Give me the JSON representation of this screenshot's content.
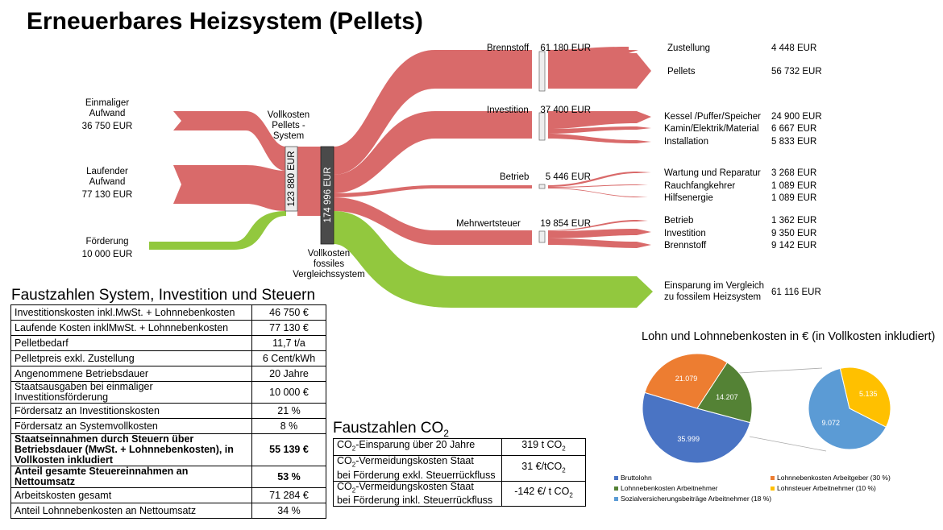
{
  "title": "Erneuerbares Heizsystem (Pellets)",
  "sankey": {
    "inputs": [
      {
        "label": "Einmaliger\nAufwand",
        "value": "36 750 EUR"
      },
      {
        "label": "Laufender\nAufwand",
        "value": "77 130 EUR"
      },
      {
        "label": "Förderung",
        "value": "10 000 EUR"
      }
    ],
    "node_pellets_label": "Vollkosten\nPellets -\nSystem",
    "node_pellets_value": "123 880 EUR",
    "node_fossil_label": "Vollkosten\nfossiles\nVergleichssystem",
    "node_fossil_value": "174 996 EUR",
    "branches": [
      {
        "name": "Brennstoff",
        "value": "61 180 EUR",
        "items": [
          {
            "label": "Zustellung",
            "value": "4 448 EUR"
          },
          {
            "label": "Pellets",
            "value": "56 732 EUR"
          }
        ]
      },
      {
        "name": "Investition",
        "value": "37 400 EUR",
        "items": [
          {
            "label": "Kessel /Puffer/Speicher",
            "value": "24 900 EUR"
          },
          {
            "label": "Kamin/Elektrik/Material",
            "value": "6 667 EUR"
          },
          {
            "label": "Installation",
            "value": "5 833 EUR"
          }
        ]
      },
      {
        "name": "Betrieb",
        "value": "5 446 EUR",
        "items": [
          {
            "label": "Wartung und Reparatur",
            "value": "3 268 EUR"
          },
          {
            "label": "Rauchfangkehrer",
            "value": "1 089 EUR"
          },
          {
            "label": "Hilfsenergie",
            "value": "1 089 EUR"
          }
        ]
      },
      {
        "name": "Mehrwertsteuer",
        "value": "19 854 EUR",
        "items": [
          {
            "label": "Betrieb",
            "value": "1 362 EUR"
          },
          {
            "label": "Investition",
            "value": "9 350 EUR"
          },
          {
            "label": "Brennstoff",
            "value": "9 142 EUR"
          }
        ]
      }
    ],
    "savings": {
      "label": "Einsparung im Vergleich\nzu fossilem Heizsystem",
      "value": "61 116 EUR"
    },
    "colors": {
      "cost_flow": "#d96a6a",
      "savings_flow": "#92c83e",
      "fossil_node": "#4a4a4a",
      "pellet_node": "#ececec"
    }
  },
  "facts1": {
    "title": "Faustzahlen System, Investition und Steuern",
    "rows": [
      {
        "k": "Investitionskosten inkl.MwSt. + Lohnnebenkosten",
        "v": "46 750 €"
      },
      {
        "k": "Laufende Kosten inklMwSt. + Lohnnebenkosten",
        "v": "77 130 €"
      },
      {
        "k": "Pelletbedarf",
        "v": "11,7 t/a"
      },
      {
        "k": "Pelletpreis exkl. Zustellung",
        "v": "6 Cent/kWh"
      },
      {
        "k": "Angenommene Betriebsdauer",
        "v": "20 Jahre"
      },
      {
        "k": "Staatsausgaben bei einmaliger Investitionsförderung",
        "v": "10 000 €"
      },
      {
        "k": "Fördersatz an Investitionskosten",
        "v": "21 %"
      },
      {
        "k": "Fördersatz an Systemvollkosten",
        "v": "8 %"
      },
      {
        "k": "Staatseinnahmen durch Steuern über Betriebsdauer (MwSt. + Lohnnebenkosten), in Vollkosten inkludiert",
        "v": "55 139 €",
        "bold": true
      },
      {
        "k": "Anteil gesamte Steuereinnahmen an Nettoumsatz",
        "v": "53 %",
        "bold": true
      },
      {
        "k": "Arbeitskosten gesamt",
        "v": "71 284 €"
      },
      {
        "k": "Anteil Lohnnebenkosten an Nettoumsatz",
        "v": "34 %"
      }
    ]
  },
  "facts2": {
    "title_main": "Faustzahlen CO",
    "title_sub": "2",
    "rows": [
      {
        "k": "CO2-Einsparung über 20 Jahre",
        "v": "319 t CO2"
      },
      {
        "k": "CO2-Vermeidungskosten Staat bei Förderung exkl. Steuerrückfluss",
        "v": "31 €/tCO2"
      },
      {
        "k": "CO2-Vermeidungskosten Staat bei Förderung inkl. Steuerrückfluss",
        "v": "-142 €/ t CO2"
      }
    ]
  },
  "pie": {
    "title": "Lohn und Lohnnebenkosten in € (in Vollkosten inkludiert)",
    "main": [
      {
        "label": "35.999",
        "value": 35.999,
        "color": "#4a74c4"
      },
      {
        "label": "21.079",
        "value": 21.079,
        "color": "#ed7d31"
      },
      {
        "label": "14.207",
        "value": 14.207,
        "color": "#548235"
      }
    ],
    "sub": [
      {
        "label": "9.072",
        "value": 9.072,
        "color": "#5b9bd5"
      },
      {
        "label": "5.135",
        "value": 5.135,
        "color": "#ffc000"
      }
    ],
    "legend": [
      {
        "label": "Bruttolohn",
        "color": "#4a74c4"
      },
      {
        "label": "Lohnnebenkosten Arbeitgeber (30 %)",
        "color": "#ed7d31"
      },
      {
        "label": "Lohnnebenkosten Arbeitnehmer",
        "color": "#548235"
      },
      {
        "label": "Lohnsteuer Arbeitnehmer (10 %)",
        "color": "#ffc000"
      },
      {
        "label": "Sozialversicherungsbeiträge Arbeitnehmer (18 %)",
        "color": "#5b9bd5"
      }
    ]
  }
}
